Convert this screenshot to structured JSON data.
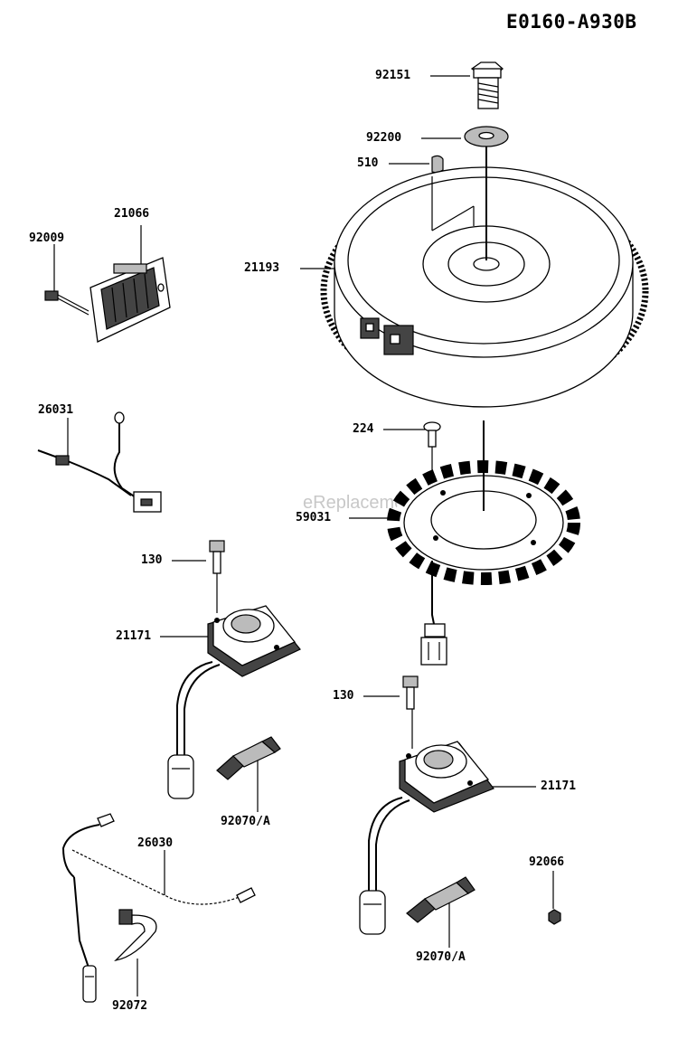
{
  "diagram_code": "E0160-A930B",
  "watermark": "eReplacementParts.com",
  "parts": {
    "p92151": "92151",
    "p92200": "92200",
    "p510": "510",
    "p21066": "21066",
    "p92009": "92009",
    "p21193": "21193",
    "p26031": "26031",
    "p224": "224",
    "p59031": "59031",
    "p130a": "130",
    "p21171a": "21171",
    "p130b": "130",
    "p92070a": "92070/A",
    "p21171b": "21171",
    "p26030": "26030",
    "p92066": "92066",
    "p92070b": "92070/A",
    "p92072": "92072"
  }
}
